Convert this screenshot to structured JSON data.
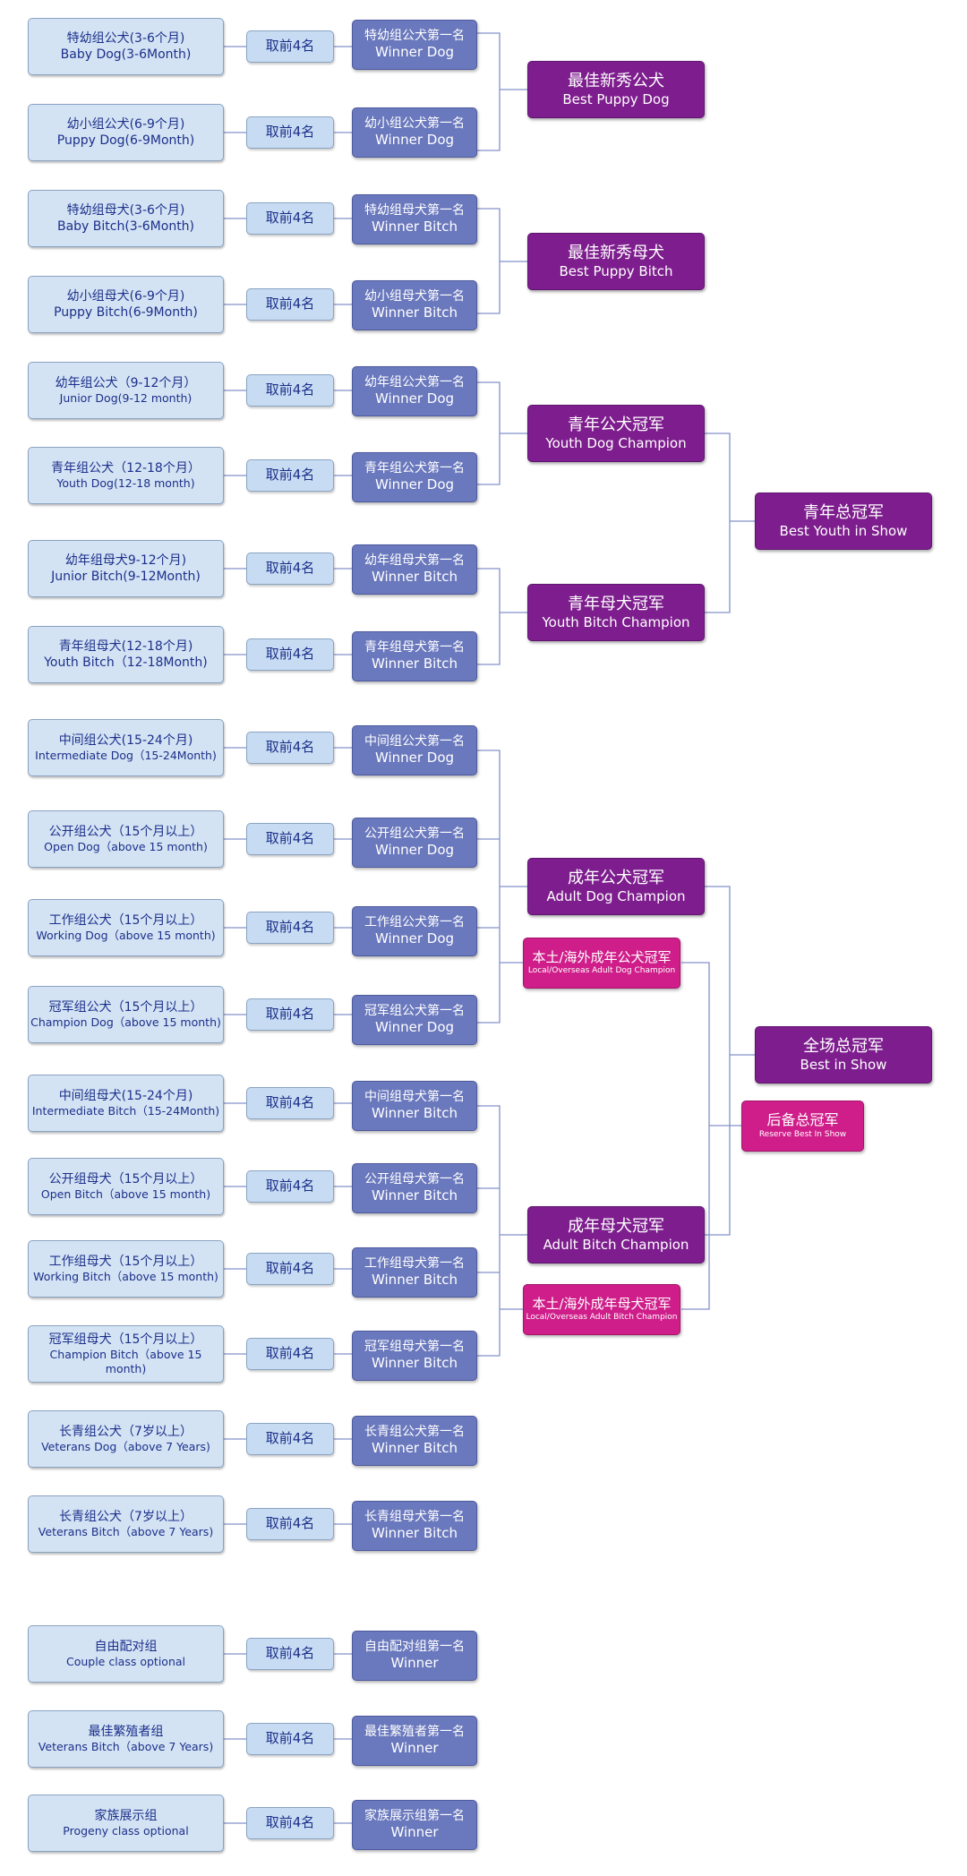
{
  "top_label": "取前4名",
  "classes": [
    {
      "cn": "特幼组公犬(3-6个月)",
      "en": "Baby Dog(3-6Month)",
      "win_cn": "特幼组公犬第一名",
      "win_en": "Winner Dog"
    },
    {
      "cn": "幼小组公犬(6-9个月)",
      "en": "Puppy Dog(6-9Month)",
      "win_cn": "幼小组公犬第一名",
      "win_en": "Winner Dog"
    },
    {
      "cn": "特幼组母犬(3-6个月)",
      "en": "Baby Bitch(3-6Month)",
      "win_cn": "特幼组母犬第一名",
      "win_en": "Winner Bitch"
    },
    {
      "cn": "幼小组母犬(6-9个月)",
      "en": "Puppy Bitch(6-9Month)",
      "win_cn": "幼小组母犬第一名",
      "win_en": "Winner Bitch"
    },
    {
      "cn": "幼年组公犬（9-12个月）",
      "en": "Junior Dog(9-12 month)",
      "win_cn": "幼年组公犬第一名",
      "win_en": "Winner Dog"
    },
    {
      "cn": "青年组公犬（12-18个月）",
      "en": "Youth Dog(12-18 month)",
      "win_cn": "青年组公犬第一名",
      "win_en": "Winner Dog"
    },
    {
      "cn": "幼年组母犬9-12个月)",
      "en": "Junior Bitch(9-12Month)",
      "win_cn": "幼年组母犬第一名",
      "win_en": "Winner Bitch"
    },
    {
      "cn": "青年组母犬(12-18个月)",
      "en": "Youth Bitch（12-18Month)",
      "win_cn": "青年组母犬第一名",
      "win_en": "Winner Bitch"
    },
    {
      "cn": "中间组公犬(15-24个月)",
      "en": "Intermediate Dog（15-24Month)",
      "win_cn": "中间组公犬第一名",
      "win_en": "Winner Dog"
    },
    {
      "cn": "公开组公犬（15个月以上）",
      "en": "Open Dog（above 15 month)",
      "win_cn": "公开组公犬第一名",
      "win_en": "Winner Dog"
    },
    {
      "cn": "工作组公犬（15个月以上）",
      "en": "Working Dog（above 15 month)",
      "win_cn": "工作组公犬第一名",
      "win_en": "Winner Dog"
    },
    {
      "cn": "冠军组公犬（15个月以上）",
      "en": "Champion Dog（above 15 month)",
      "win_cn": "冠军组公犬第一名",
      "win_en": "Winner Dog"
    },
    {
      "cn": "中间组母犬(15-24个月)",
      "en": "Intermediate Bitch（15-24Month)",
      "win_cn": "中间组母犬第一名",
      "win_en": "Winner Bitch"
    },
    {
      "cn": "公开组母犬（15个月以上）",
      "en": "Open Bitch（above 15 month)",
      "win_cn": "公开组母犬第一名",
      "win_en": "Winner Bitch"
    },
    {
      "cn": "工作组母犬（15个月以上）",
      "en": "Working Bitch（above 15 month)",
      "win_cn": "工作组母犬第一名",
      "win_en": "Winner Bitch"
    },
    {
      "cn": "冠军组母犬（15个月以上）",
      "en": "Champion Bitch（above 15 month)",
      "win_cn": "冠军组母犬第一名",
      "win_en": "Winner Bitch"
    },
    {
      "cn": "长青组公犬（7岁以上）",
      "en": "Veterans Dog（above 7 Years)",
      "win_cn": "长青组公犬第一名",
      "win_en": "Winner Bitch"
    },
    {
      "cn": "长青组公犬（7岁以上）",
      "en": "Veterans Bitch（above 7 Years)",
      "win_cn": "长青组母犬第一名",
      "win_en": "Winner Bitch"
    },
    {
      "cn": "自由配对组",
      "en": "Couple class optional",
      "win_cn": "自由配对组第一名",
      "win_en": "Winner"
    },
    {
      "cn": "最佳繁殖者组",
      "en": "Veterans Bitch（above 7 Years)",
      "win_cn": "最佳繁殖者第一名",
      "win_en": "Winner"
    },
    {
      "cn": "家族展示组",
      "en": "Progeny class optional",
      "win_cn": "家族展示组第一名",
      "win_en": "Winner"
    }
  ],
  "champions": {
    "best_puppy_dog": {
      "cn": "最佳新秀公犬",
      "en": "Best Puppy Dog"
    },
    "best_puppy_bitch": {
      "cn": "最佳新秀母犬",
      "en": "Best Puppy Bitch"
    },
    "youth_dog": {
      "cn": "青年公犬冠军",
      "en": "Youth Dog Champion"
    },
    "youth_bitch": {
      "cn": "青年母犬冠军",
      "en": "Youth Bitch Champion"
    },
    "best_youth": {
      "cn": "青年总冠军",
      "en": "Best Youth in Show"
    },
    "adult_dog": {
      "cn": "成年公犬冠军",
      "en": "Adult Dog Champion"
    },
    "adult_bitch": {
      "cn": "成年母犬冠军",
      "en": "Adult Bitch Champion"
    },
    "local_dog": {
      "cn": "本土/海外成年公犬冠军",
      "en": "Local/Overseas Adult Dog Champion"
    },
    "local_bitch": {
      "cn": "本土/海外成年母犬冠军",
      "en": "Local/Overseas Adult Bitch Champion"
    },
    "best_in_show": {
      "cn": "全场总冠军",
      "en": "Best in Show"
    },
    "reserve": {
      "cn": "后备总冠军",
      "en": "Reserve Best In Show"
    }
  }
}
